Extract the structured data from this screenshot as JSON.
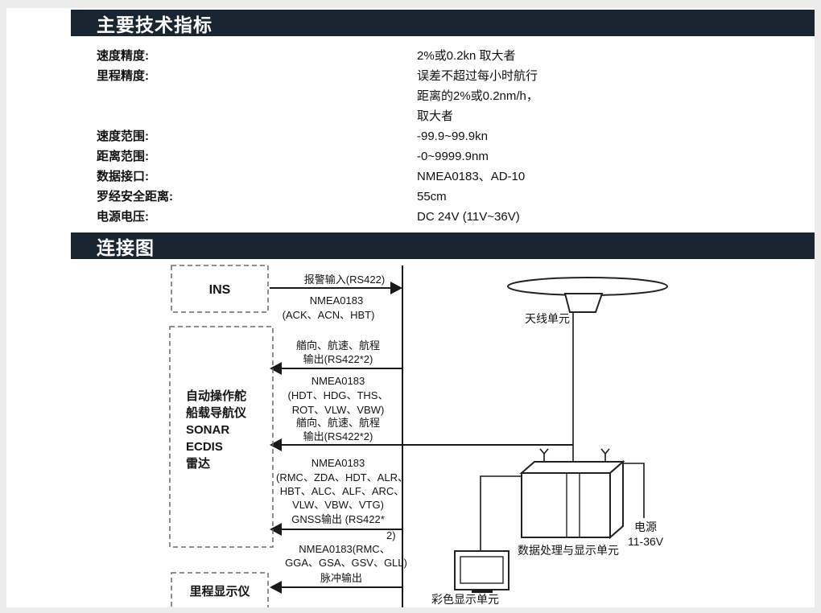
{
  "sections": {
    "specs_title": "主要技术指标",
    "diagram_title": "连接图"
  },
  "specs": {
    "rows": [
      {
        "label": "速度精度:",
        "value": "2%或0.2kn 取大者"
      },
      {
        "label": "里程精度:",
        "value_lines": [
          "误差不超过每小时航行",
          "距离的2%或0.2nm/h，",
          "取大者"
        ]
      },
      {
        "label": "速度范围:",
        "value": "-99.9~99.9kn"
      },
      {
        "label": "距离范围:",
        "value": "-0~9999.9nm"
      },
      {
        "label": "数据接口:",
        "value": "NMEA0183、AD-10"
      },
      {
        "label": "罗经安全距离:",
        "value": "55cm"
      },
      {
        "label": "电源电压:",
        "value": "DC 24V (11V~36V)"
      }
    ]
  },
  "diagram": {
    "ins_label": "INS",
    "device_lines": [
      "自动操作舵",
      "船载导航仪",
      "SONAR",
      "ECDIS",
      "雷达"
    ],
    "odometer_label": "里程显示仪",
    "connections": [
      {
        "direction": "into-bus",
        "top": [
          "报警输入(RS422)"
        ],
        "bottom": [
          "NMEA0183",
          "(ACK、ACN、HBT)"
        ]
      },
      {
        "direction": "out-of-bus",
        "top": [
          "艏向、航速、航程",
          "输出(RS422*2)"
        ],
        "bottom": [
          "NMEA0183",
          "(HDT、HDG、THS、",
          "ROT、VLW、VBW)"
        ]
      },
      {
        "direction": "out-of-bus",
        "top": [
          "艏向、航速、航程",
          "输出(RS422*2)"
        ],
        "bottom": [
          "NMEA0183",
          "(RMC、ZDA、HDT、ALR、",
          "HBT、ALC、ALF、ARC、",
          "VLW、VBW、VTG)"
        ]
      },
      {
        "direction": "out-of-bus",
        "top": [
          "GNSS输出 (RS422*",
          "2)"
        ],
        "bottom": [
          "NMEA0183(RMC、",
          "GGA、GSA、GSV、GLL)"
        ]
      },
      {
        "direction": "out-of-bus",
        "top": [
          "脉冲输出"
        ],
        "bottom": []
      }
    ],
    "units": {
      "antenna": "天线单元",
      "processor": "数据处理与显示单元",
      "display": "彩色显示单元",
      "power": [
        "电源",
        "11-36V"
      ]
    }
  },
  "colors": {
    "header_bg": "#1a2532",
    "header_text": "#ffffff"
  }
}
